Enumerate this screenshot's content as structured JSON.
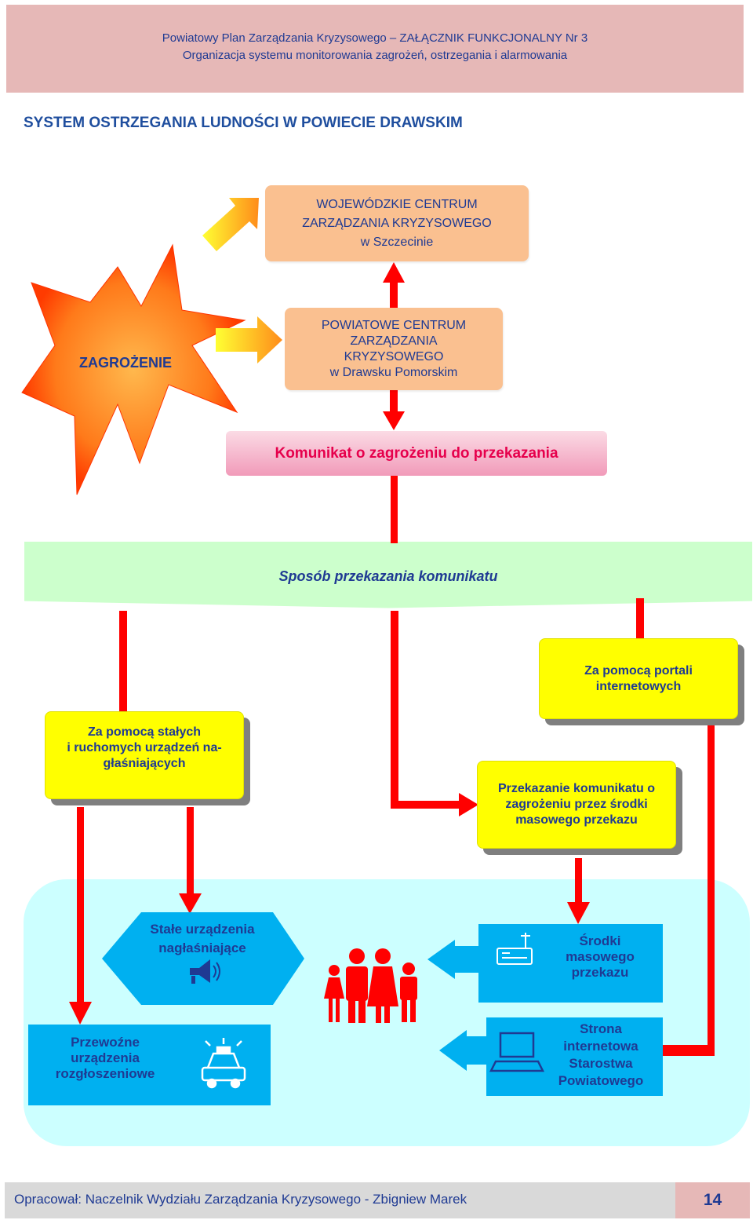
{
  "header": {
    "line1": "Powiatowy Plan Zarządzania Kryzysowego – ZAŁĄCZNIK FUNKCJONALNY Nr 3",
    "line2": "Organizacja systemu monitorowania zagrożeń, ostrzegania i alarmowania"
  },
  "title": "SYSTEM OSTRZEGANIA LUDNOŚCI W POWIECIE DRAWSKIM",
  "threat": "ZAGROŻENIE",
  "wczk": [
    "WOJEWÓDZKIE CENTRUM",
    "ZARZĄDZANIA KRYZYSOWEGO",
    "w Szczecinie"
  ],
  "pczk": [
    "POWIATOWE CENTRUM",
    "ZARZĄDZANIA",
    "KRYZYSOWEGO",
    "w Drawsku Pomorskim"
  ],
  "komunikat": "Komunikat o zagrożeniu do przekazania",
  "sposob": "Sposób przekazania komunikatu",
  "methods": {
    "portale": [
      "Za pomocą portali",
      "internetowych"
    ],
    "stale": [
      "Za pomocą stałych",
      "i ruchomych urządzeń na-",
      "głaśniających"
    ],
    "masowe": [
      "Przekazanie komunikatu o",
      "zagrożeniu przez środki",
      "masowego przekazu"
    ]
  },
  "channels": {
    "stale_urzadzenia": [
      "Stałe urządzenia",
      "nagłaśniające"
    ],
    "przewozne": [
      "Przewoźne",
      "urządzenia",
      "rozgłoszeniowe"
    ],
    "srodki": [
      "Środki",
      "masowego",
      "przekazu"
    ],
    "strona": [
      "Strona",
      "internetowa",
      "Starostwa",
      "Powiatowego"
    ]
  },
  "footer": {
    "author": "Opracował: Naczelnik Wydziału Zarządzania Kryzysowego - Zbigniew Marek",
    "page": "14"
  },
  "colors": {
    "arrow": "#ff0000",
    "peach": "#fac090",
    "yellow": "#ffff00",
    "cyan": "#00b0f0",
    "text": "#1f3a93",
    "people": "#ff0000"
  },
  "icons": [
    "explosion-icon",
    "megaphone-icon",
    "police-car-icon",
    "radio-icon",
    "laptop-icon",
    "family-icon"
  ]
}
